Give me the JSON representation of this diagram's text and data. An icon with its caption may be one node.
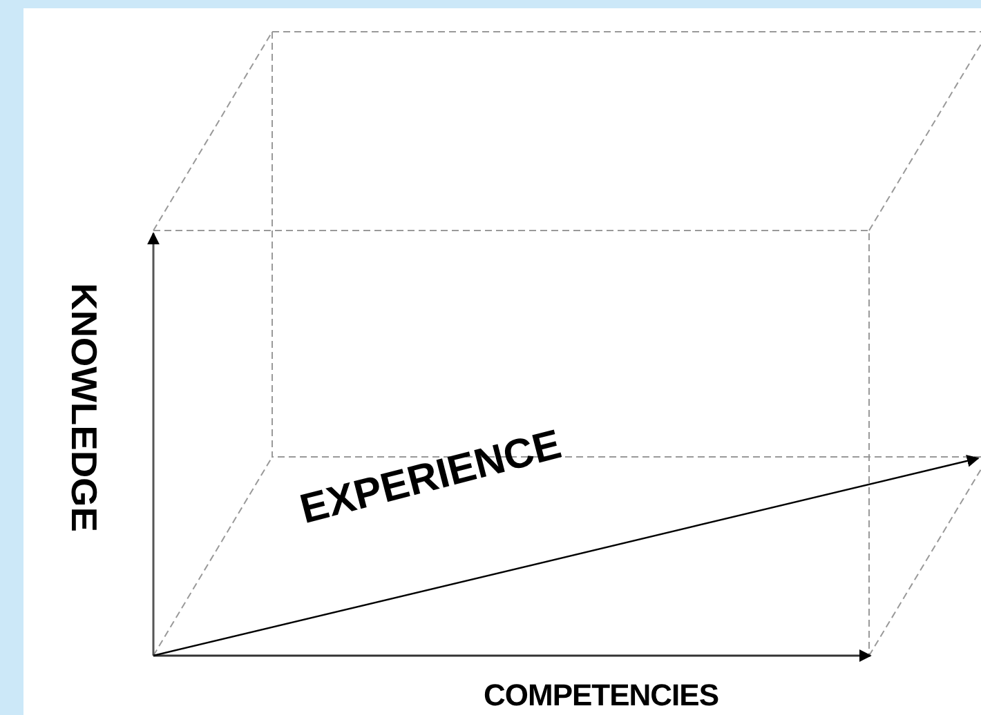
{
  "diagram": {
    "labels": [
      "KNOWLEDGE",
      "EXPERIENCE",
      "COMPETENCIES"
    ]
  }
}
